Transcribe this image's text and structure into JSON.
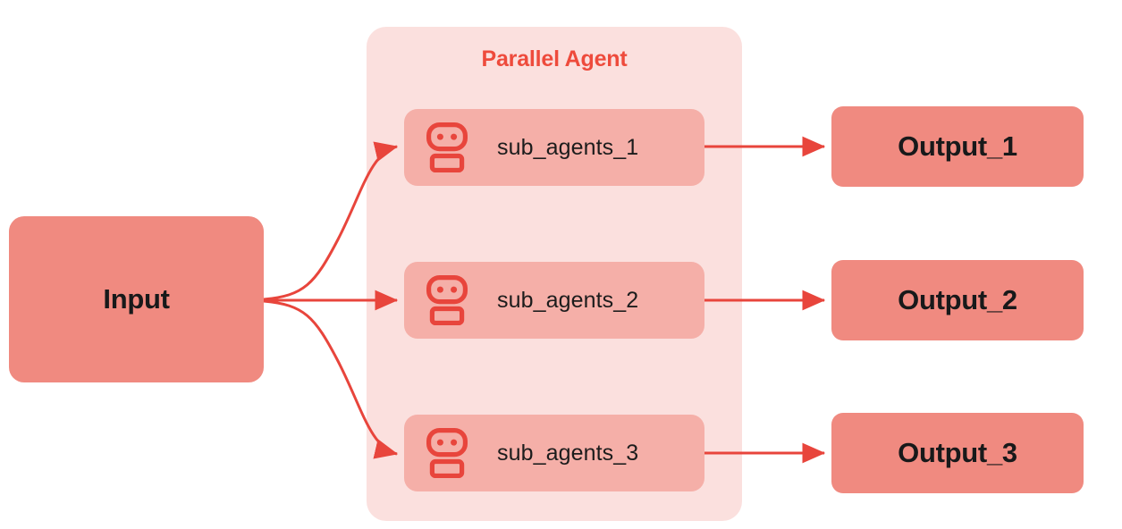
{
  "diagram": {
    "title": "Parallel Agent",
    "canvas_background": "#ffffff",
    "panel_color": "#FBE0DE",
    "accent_color": "#EE4B3C",
    "arrow_color": "#E8453C",
    "node_color": "#F08A80",
    "card_color": "#F5AFA8",
    "text_color": "#18191A"
  },
  "input": {
    "label": "Input"
  },
  "sub_agents": [
    {
      "label": "sub_agents_1",
      "icon": "robot-icon"
    },
    {
      "label": "sub_agents_2",
      "icon": "robot-icon"
    },
    {
      "label": "sub_agents_3",
      "icon": "robot-icon"
    }
  ],
  "outputs": [
    {
      "label": "Output_1"
    },
    {
      "label": "Output_2"
    },
    {
      "label": "Output_3"
    }
  ],
  "connections": [
    {
      "from": "input",
      "to": "sub_agents_1",
      "style": "curved"
    },
    {
      "from": "input",
      "to": "sub_agents_2",
      "style": "straight"
    },
    {
      "from": "input",
      "to": "sub_agents_3",
      "style": "curved"
    },
    {
      "from": "sub_agents_1",
      "to": "Output_1",
      "style": "straight"
    },
    {
      "from": "sub_agents_2",
      "to": "Output_2",
      "style": "straight"
    },
    {
      "from": "sub_agents_3",
      "to": "Output_3",
      "style": "straight"
    }
  ]
}
